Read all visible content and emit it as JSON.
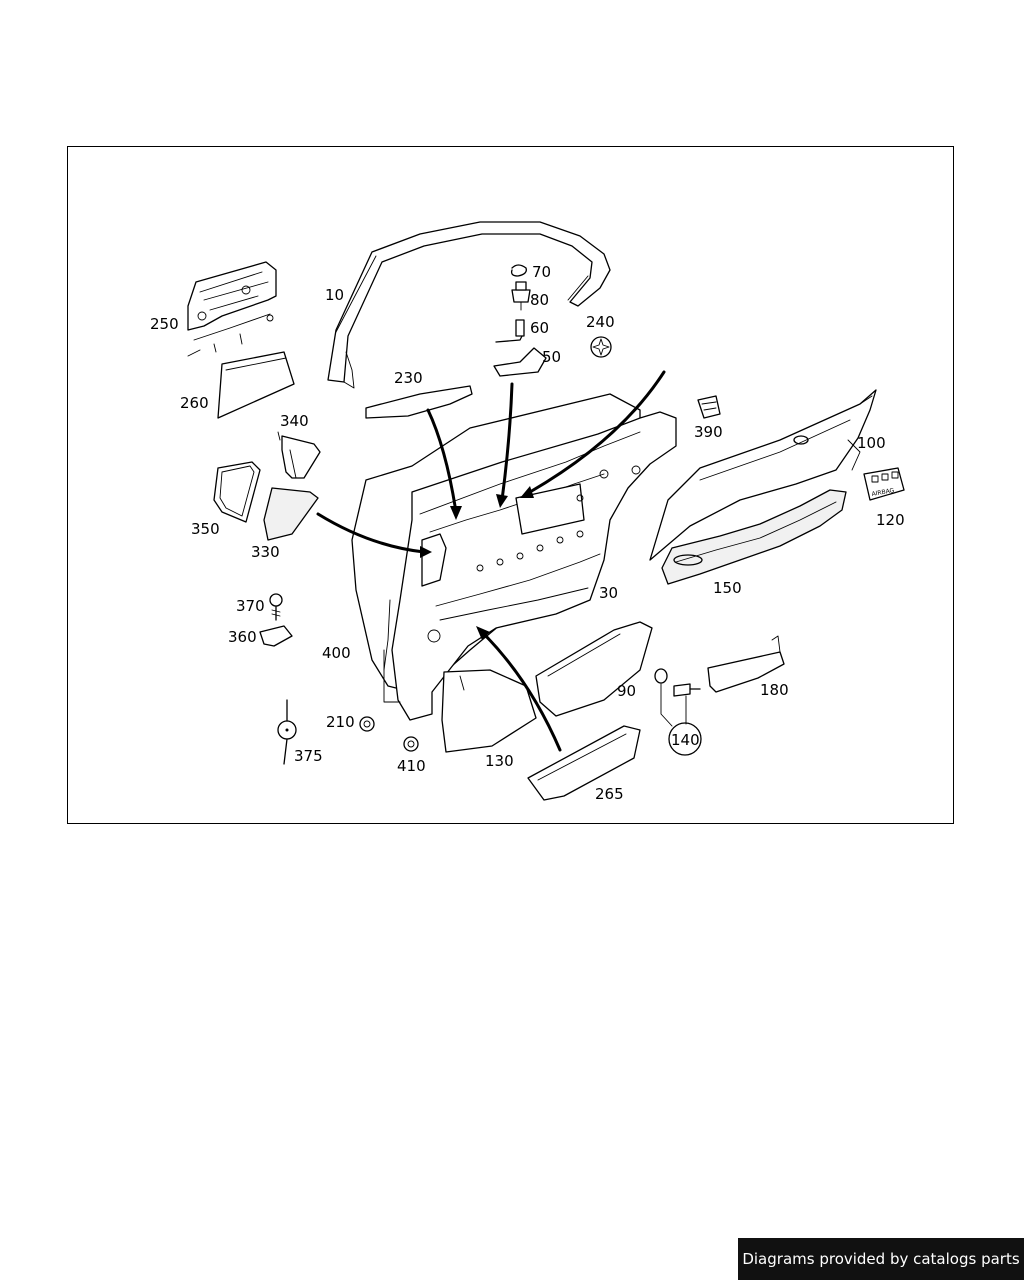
{
  "diagram": {
    "part_labels": {
      "p10": "10",
      "p70": "70",
      "p80": "80",
      "p60": "60",
      "p50": "50",
      "p240": "240",
      "p250": "250",
      "p260": "260",
      "p230": "230",
      "p390": "390",
      "p100": "100",
      "p120": "120",
      "p340": "340",
      "p350": "350",
      "p330": "330",
      "p150": "150",
      "p30": "30",
      "p370": "370",
      "p360": "360",
      "p400": "400",
      "p90": "90",
      "p180": "180",
      "p210": "210",
      "p140": "140",
      "p375": "375",
      "p410": "410",
      "p130": "130",
      "p265": "265"
    },
    "airbag_text": "AIRBAG"
  },
  "footer": {
    "credit": "Diagrams provided by catalogs parts"
  }
}
